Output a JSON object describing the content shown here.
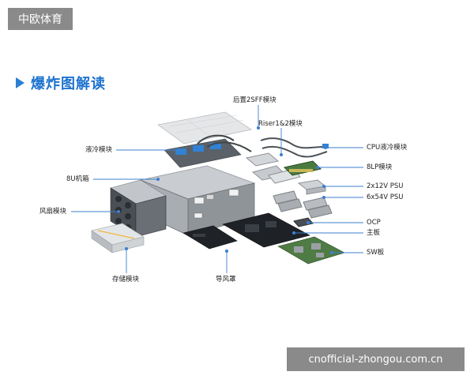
{
  "watermarks": {
    "top": "中欧体育",
    "bottom": "cnofficial-zhongou.com.cn"
  },
  "heading": "爆炸图解读",
  "labels": {
    "rear_2sff": "后置2SFF模块",
    "riser": "Riser1&2模块",
    "liquid_cooling": "液冷模块",
    "cpu_liquid": "CPU液冷模块",
    "chassis_8u": "8U机箱",
    "lp8": "8LP模块",
    "psu_12v": "2x12V PSU",
    "psu_54v": "6x54V PSU",
    "fan": "风扇模块",
    "ocp": "OCP",
    "mainboard": "主板",
    "sw_board": "SW板",
    "storage": "存储模块",
    "air_duct": "导风罩"
  },
  "colors": {
    "accent": "#1e73cf",
    "leader": "#3d7fd0",
    "watermark_bg": "#8a8a8a"
  }
}
